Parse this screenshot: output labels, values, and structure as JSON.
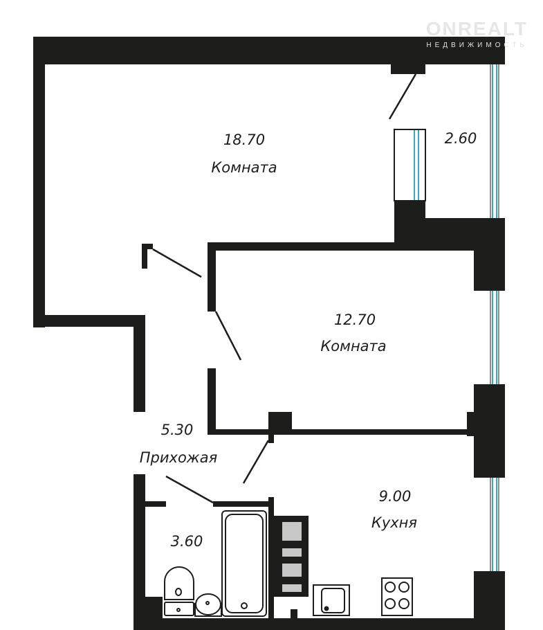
{
  "watermark": {
    "brand": "ONREALT",
    "subtitle": "НЕДВИЖИМОСТЬ"
  },
  "rooms": [
    {
      "id": "room-large",
      "area": "18.70",
      "name": "Комната"
    },
    {
      "id": "balcony",
      "area": "2.60",
      "name": ""
    },
    {
      "id": "room-small",
      "area": "12.70",
      "name": "Комната"
    },
    {
      "id": "hallway",
      "area": "5.30",
      "name": "Прихожая"
    },
    {
      "id": "bathroom",
      "area": "3.60",
      "name": ""
    },
    {
      "id": "kitchen",
      "area": "9.00",
      "name": "Кухня"
    }
  ],
  "colors": {
    "wall": "#1d1d1b",
    "window": "#3aa9c0",
    "fixture_fill": "#c8c8c8"
  }
}
